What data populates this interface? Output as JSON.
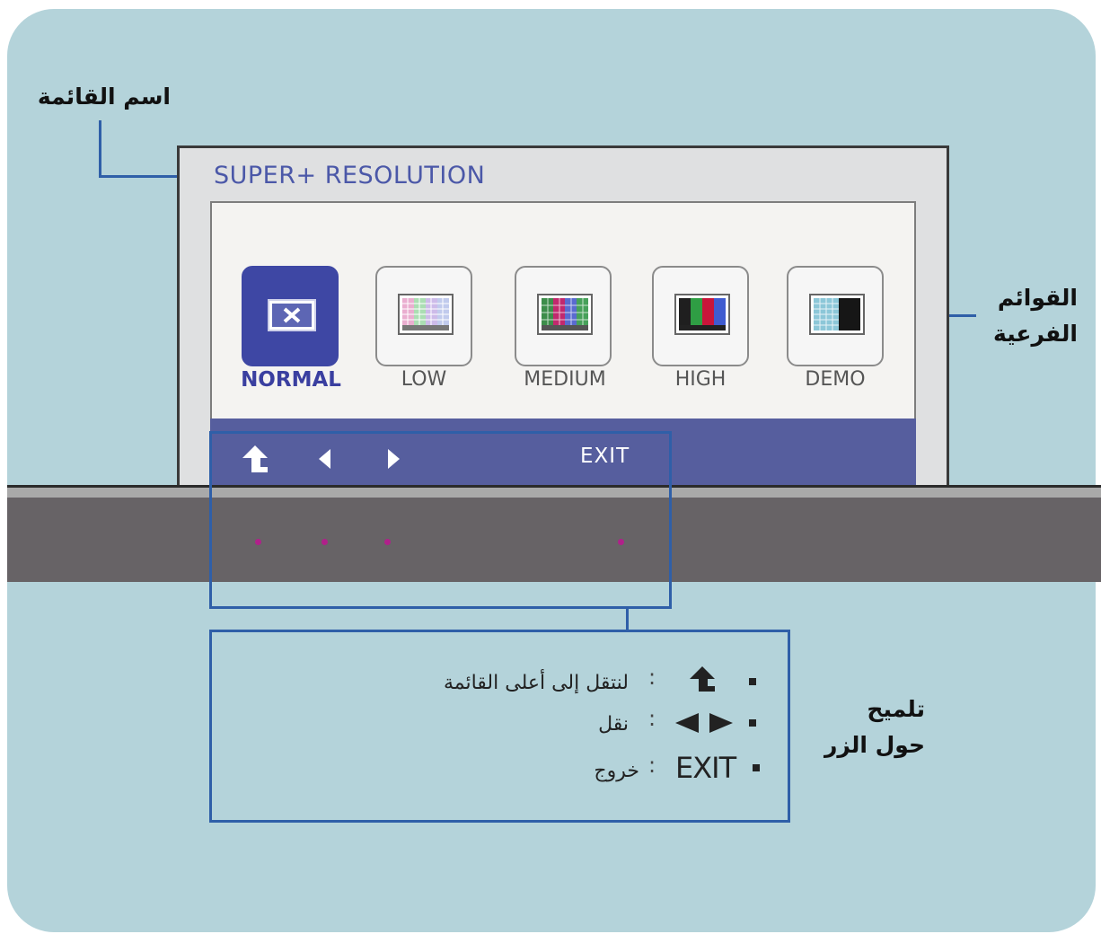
{
  "callouts": {
    "menu_name": "اسم القائمة",
    "submenus_line1": "القوائم",
    "submenus_line2": "الفرعية",
    "button_tip_line1": "تلميح",
    "button_tip_line2": "حول الزر"
  },
  "osd": {
    "title": "SUPER+ RESOLUTION",
    "options": [
      {
        "label": "NORMAL",
        "icon": "close-x-icon",
        "selected": true
      },
      {
        "label": "LOW",
        "icon": "low-resolution-pattern-icon",
        "selected": false
      },
      {
        "label": "MEDIUM",
        "icon": "medium-resolution-pattern-icon",
        "selected": false
      },
      {
        "label": "HIGH",
        "icon": "high-resolution-bars-icon",
        "selected": false
      },
      {
        "label": "DEMO",
        "icon": "demo-split-icon",
        "selected": false
      }
    ],
    "bar": {
      "up_icon": "up-arrow-icon",
      "left_icon": "left-triangle-icon",
      "right_icon": "right-triangle-icon",
      "exit_label": "EXIT"
    }
  },
  "legend": {
    "items": [
      {
        "key_icon": "up-arrow-icon",
        "description": "لنتقل إلى أعلى القائمة"
      },
      {
        "key_icon": "left-right-arrows-icon",
        "description": "نقل"
      },
      {
        "key": "EXIT",
        "description": "خروج"
      }
    ]
  },
  "colors": {
    "background": "#b4d3da",
    "accent_blue": "#2f5fa8",
    "osd_bar": "#565e9e",
    "selected_tile": "#3e47a4",
    "button_dot": "#b0208a"
  }
}
